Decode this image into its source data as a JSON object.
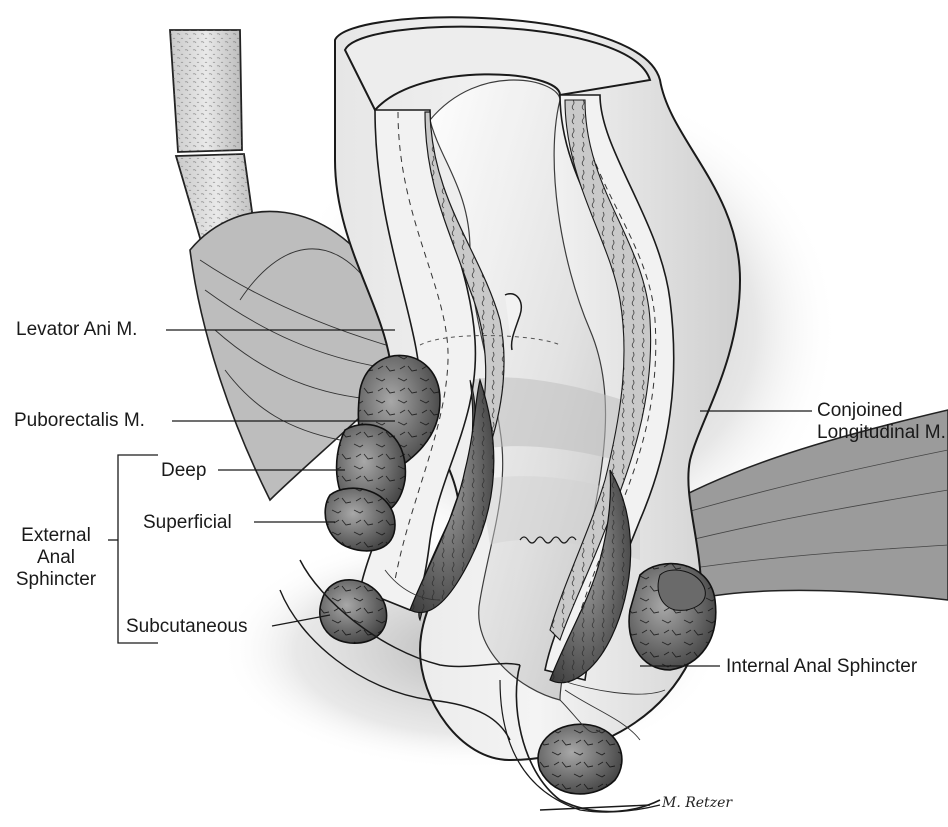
{
  "labels": {
    "levator_ani": "Levator Ani M.",
    "puborectalis": "Puborectalis M.",
    "deep": "Deep",
    "superficial": "Superficial",
    "subcutaneous": "Subcutaneous",
    "external_line1": "External",
    "external_line2": "Anal",
    "external_line3": "Sphincter",
    "conjoined_line1": "Conjoined",
    "conjoined_line2": "Longitudinal M.",
    "internal_sphincter": "Internal Anal Sphincter"
  },
  "signature": "M. Retzer",
  "colors": {
    "ink": "#1a1a1a",
    "muscle_dark": "#5a5a5a",
    "muscle_mid": "#8c8c8c",
    "tissue_light": "#d9d9d9",
    "shadow": "#9a9a9a"
  }
}
